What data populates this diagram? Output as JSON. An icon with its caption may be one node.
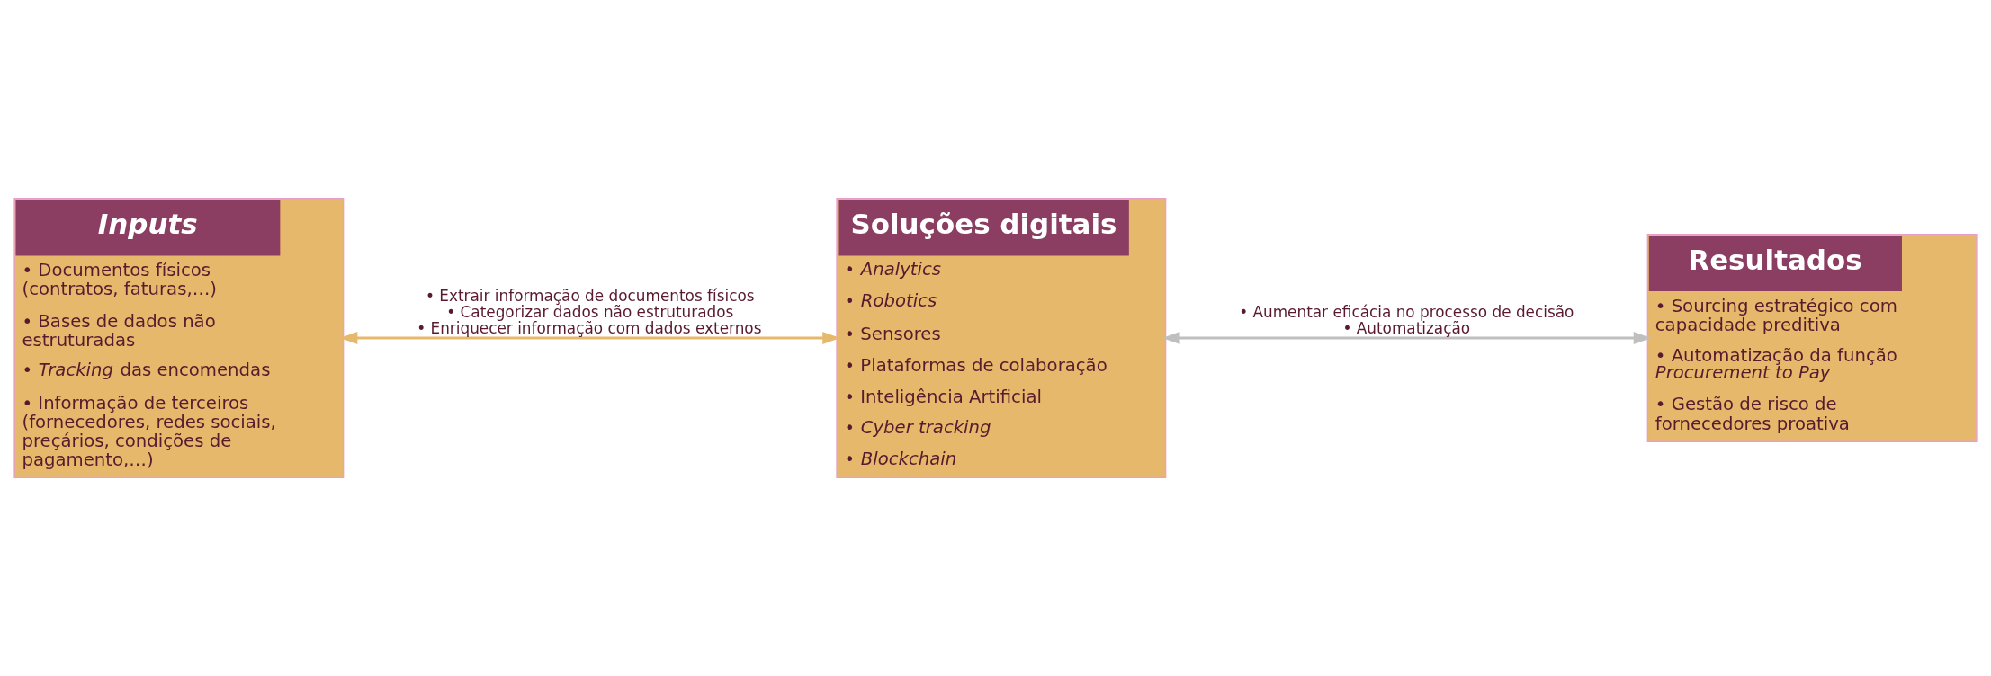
{
  "diagram": {
    "nodes": [
      {
        "text": [
          "*Inputs*",
          "• Documentos físicos (contratos, faturas,…)",
          "• Bases de dados não estruturadas",
          "• *Tracking* das encomendas",
          "• Informação de terceiros (fornecedores, redes sociais, preçários, condições de pagamento,…)"
        ]
      },
      {
        "text": [
          "Soluções digitais",
          "• *Analytics*",
          "• *Robotics*",
          "• Sensores",
          "• Plataformas de colaboração",
          "• Inteligência Artificial",
          "• *Cyber tracking*",
          "• *Blockchain*"
        ]
      },
      {
        "text": [
          "Resultados",
          "• Sourcing estratégico com capacidade preditiva",
          "• Automatização da função *Procurement to Pay*",
          "• Gestão de risco de fornecedores proativa"
        ]
      }
    ],
    "edges": [
      {
        "from": 0,
        "to": 1,
        "arrow": "both",
        "color": "#e6b86c",
        "label": [
          "• Extrair informação de documentos físicos",
          "• Categorizar dados não estruturados",
          "• Enriquecer informação com dados externos"
        ]
      },
      {
        "from": 1,
        "to": 2,
        "arrow": "both",
        "color": "#bfbfbf",
        "label": [
          "• Aumentar eficácia no processo de decisão",
          "• Automatização"
        ]
      }
    ]
  }
}
